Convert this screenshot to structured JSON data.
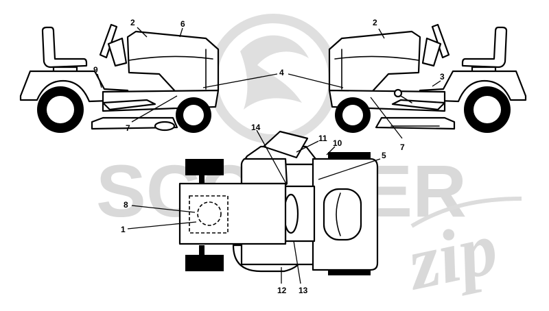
{
  "watermark": {
    "brand": "SCOOTER",
    "script": "zip"
  },
  "callouts": [
    {
      "id": "c2-left",
      "label": "2"
    },
    {
      "id": "c6",
      "label": "6"
    },
    {
      "id": "c9",
      "label": "9"
    },
    {
      "id": "c7-left",
      "label": "7"
    },
    {
      "id": "c4",
      "label": "4"
    },
    {
      "id": "c2-right",
      "label": "2"
    },
    {
      "id": "c3",
      "label": "3"
    },
    {
      "id": "c7-right",
      "label": "7"
    },
    {
      "id": "c14",
      "label": "14"
    },
    {
      "id": "c11",
      "label": "11"
    },
    {
      "id": "c10",
      "label": "10"
    },
    {
      "id": "c5",
      "label": "5"
    },
    {
      "id": "c8",
      "label": "8"
    },
    {
      "id": "c1",
      "label": "1"
    },
    {
      "id": "c12",
      "label": "12"
    },
    {
      "id": "c13",
      "label": "13"
    }
  ]
}
